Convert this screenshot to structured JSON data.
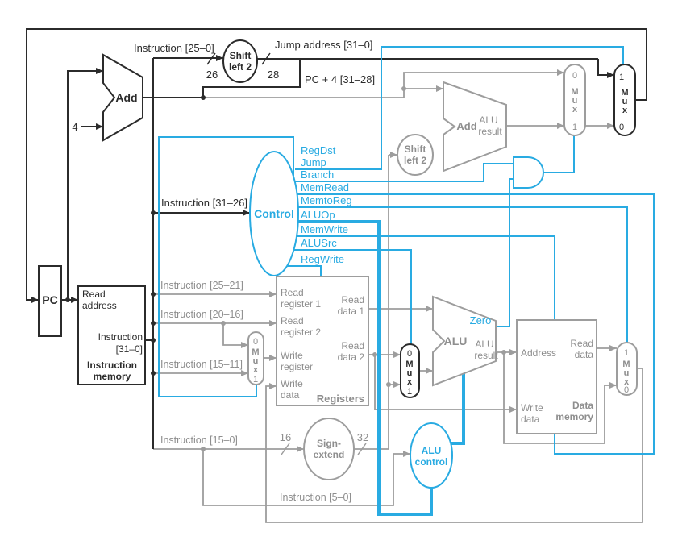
{
  "colors": {
    "control_cyan": "#29abe2",
    "datapath_gray": "#9d9d9d",
    "gray_text": "#8e8e8e",
    "black": "#2b2b2b"
  },
  "pc": "PC",
  "top": {
    "instr_25_0": "Instruction [25–0]",
    "shift_l1": "Shift",
    "shift_l2": "left 2",
    "w26": "26",
    "w28": "28",
    "jump_address": "Jump address [31–0]",
    "pc_plus_4": "PC + 4 [31–28]",
    "add": "Add",
    "four": "4"
  },
  "control": {
    "name": "Control",
    "input": "Instruction [31–26]",
    "signals": [
      "RegDst",
      "Jump",
      "Branch",
      "MemRead",
      "MemtoReg",
      "ALUOp",
      "MemWrite",
      "ALUSrc",
      "RegWrite"
    ]
  },
  "mux": {
    "m": "M",
    "u": "u",
    "x": "x",
    "i0": "0",
    "i1": "1"
  },
  "instruction_memory": {
    "read_l1": "Read",
    "read_l2": "address",
    "out_l1": "Instruction",
    "out_l2": "[31–0]",
    "name_l1": "Instruction",
    "name_l2": "memory"
  },
  "instr_fields": {
    "f25_21": "Instruction [25–21]",
    "f20_16": "Instruction [20–16]",
    "f15_11": "Instruction [15–11]",
    "f15_0": "Instruction [15–0]",
    "f5_0": "Instruction [5–0]"
  },
  "registers": {
    "rr1_l1": "Read",
    "rr1_l2": "register 1",
    "rr2_l1": "Read",
    "rr2_l2": "register 2",
    "wr_l1": "Write",
    "wr_l2": "register",
    "wd_l1": "Write",
    "wd_l2": "data",
    "rd1_l1": "Read",
    "rd1_l2": "data 1",
    "rd2_l1": "Read",
    "rd2_l2": "data 2",
    "name": "Registers"
  },
  "branch_adder": {
    "add": "Add",
    "result_l1": "ALU",
    "result_l2": "result"
  },
  "shift_left_2b": {
    "l1": "Shift",
    "l2": "left 2"
  },
  "alu": {
    "name": "ALU",
    "result_l1": "ALU",
    "result_l2": "result",
    "zero": "Zero"
  },
  "sign_extend": {
    "l1": "Sign-",
    "l2": "extend",
    "w16": "16",
    "w32": "32"
  },
  "alu_control": {
    "l1": "ALU",
    "l2": "control"
  },
  "data_memory": {
    "address": "Address",
    "rd_l1": "Read",
    "rd_l2": "data",
    "wd_l1": "Write",
    "wd_l2": "data",
    "name_l1": "Data",
    "name_l2": "memory"
  }
}
